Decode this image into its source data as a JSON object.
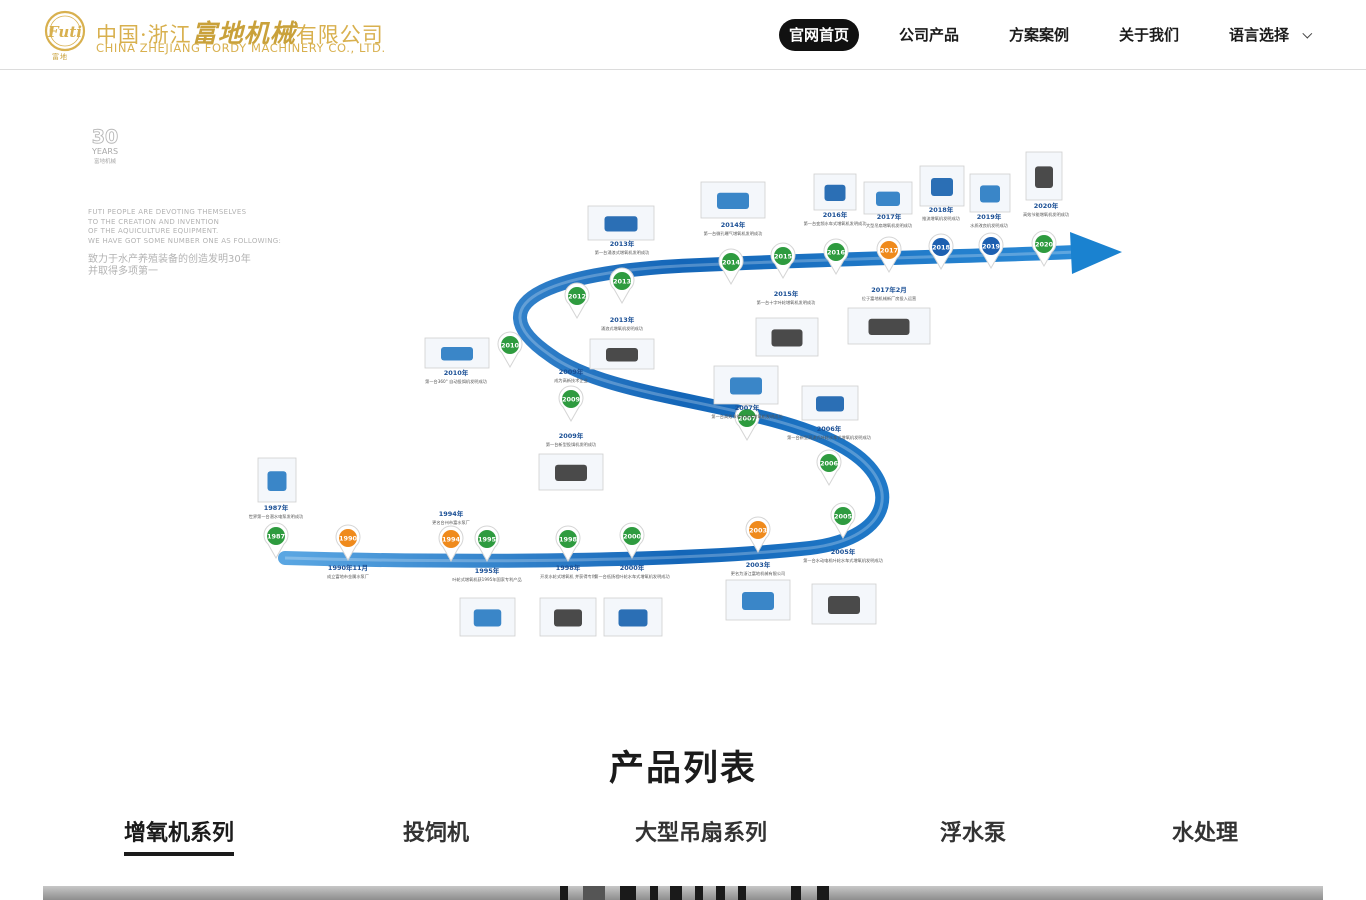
{
  "header": {
    "logo": {
      "mark": "Futi",
      "mark_sub": "富地",
      "cn_prefix": "中国·浙江",
      "cn_brand": "富地机械",
      "cn_suffix": "有限公司",
      "en": "CHINA ZHEJIANG FORDY MACHINERY CO., LTD."
    },
    "nav": [
      {
        "label": "官网首页",
        "active": true
      },
      {
        "label": "公司产品",
        "active": false
      },
      {
        "label": "方案案例",
        "active": false
      },
      {
        "label": "关于我们",
        "active": false
      },
      {
        "label": "语言选择",
        "active": false,
        "dropdown": true
      }
    ]
  },
  "timeline": {
    "badge": {
      "number": "30",
      "word": "YEARS",
      "sub": "富地机械"
    },
    "intro_en": [
      "FUTI PEOPLE ARE DEVOTING THEMSELVES",
      "TO THE CREATION AND INVENTION",
      "OF THE AQUICULTURE EQUIPMENT.",
      "WE HAVE GOT SOME NUMBER ONE AS FOLLOWING:"
    ],
    "intro_cn": [
      "致力于水产养殖装备的创造发明30年",
      "并取得多项第一"
    ],
    "colors": {
      "ribbon": "#1466b8",
      "ribbon_light": "#2a8ad6",
      "pin_green": "#2e9b3f",
      "pin_orange": "#ef8a1c",
      "pin_blue": "#1d5fb0"
    },
    "pins": [
      {
        "year": "1987",
        "color": "green"
      },
      {
        "year": "1990",
        "color": "orange"
      },
      {
        "year": "1994",
        "color": "orange"
      },
      {
        "year": "1995",
        "color": "green"
      },
      {
        "year": "1998",
        "color": "green"
      },
      {
        "year": "2000",
        "color": "green"
      },
      {
        "year": "2003",
        "color": "orange"
      },
      {
        "year": "2005",
        "color": "green"
      },
      {
        "year": "2006",
        "color": "green"
      },
      {
        "year": "2007",
        "color": "green"
      },
      {
        "year": "2009",
        "color": "green"
      },
      {
        "year": "2010",
        "color": "green"
      },
      {
        "year": "2012",
        "color": "green"
      },
      {
        "year": "2013",
        "color": "green"
      },
      {
        "year": "2014",
        "color": "green"
      },
      {
        "year": "2015",
        "color": "green"
      },
      {
        "year": "2016",
        "color": "green"
      },
      {
        "year": "2017",
        "color": "orange"
      },
      {
        "year": "2018",
        "color": "blue"
      },
      {
        "year": "2019",
        "color": "blue"
      },
      {
        "year": "2020",
        "color": "green"
      }
    ],
    "events": [
      {
        "title": "1987年",
        "desc": "世界第一台潜水电泵发明成功"
      },
      {
        "title": "1990年11月",
        "desc": "成立富地市金属水泵厂"
      },
      {
        "title": "1994年",
        "desc": "更名台州市富水泵厂"
      },
      {
        "title": "1995年",
        "desc": "叶轮式增氧机获1995年国家专利产品"
      },
      {
        "title": "1998年",
        "desc": "开发水轮式增氧机 并获得专利"
      },
      {
        "title": "2000年",
        "desc": "第一台低扬程叶轮水车式增氧机发明成功"
      },
      {
        "title": "2003年",
        "desc": "更名为浙江富地机械有限公司"
      },
      {
        "title": "2005年",
        "desc": "第一台水动电机叶轮水车式增氧机发明成功"
      },
      {
        "title": "2006年",
        "desc": "第一台新型涡流式叶轮水车式增氧机发明成功"
      },
      {
        "title": "2007年",
        "desc": "第一台高效节能水车式增氧机发明成功"
      },
      {
        "title": "2009年",
        "desc": "第一台新型投饵机发明成功"
      },
      {
        "title": "2009年",
        "desc": "成为高新技术企业"
      },
      {
        "title": "2010年",
        "desc": "第一台360° 自动投饵机发明成功"
      },
      {
        "title": "2013年",
        "desc": "涌浪式增氧机发明成功"
      },
      {
        "title": "2013年",
        "desc": "第一台涌浪式增氧机发明成功"
      },
      {
        "title": "2014年",
        "desc": "第一台微孔曝气增氧机发明成功"
      },
      {
        "title": "2015年",
        "desc": "第一台十字叶轮增氧机发明成功"
      },
      {
        "title": "2016年",
        "desc": "第一台变频水车式增氧机发明成功"
      },
      {
        "title": "2017年",
        "desc": "大型吊扇增氧机发明成功"
      },
      {
        "title": "2017年2月",
        "desc": "位于富地机械新厂房投入运营"
      },
      {
        "title": "2018年",
        "desc": "推流增氧机发明成功"
      },
      {
        "title": "2019年",
        "desc": "水质改良机发明成功"
      },
      {
        "title": "2020年",
        "desc": "高效节能增氧机发明成功"
      }
    ]
  },
  "products": {
    "title": "产品列表",
    "tabs": [
      {
        "label": "增氧机系列",
        "active": true
      },
      {
        "label": "投饲机",
        "active": false
      },
      {
        "label": "大型吊扇系列",
        "active": false
      },
      {
        "label": "浮水泵",
        "active": false
      },
      {
        "label": "水处理",
        "active": false
      }
    ]
  }
}
